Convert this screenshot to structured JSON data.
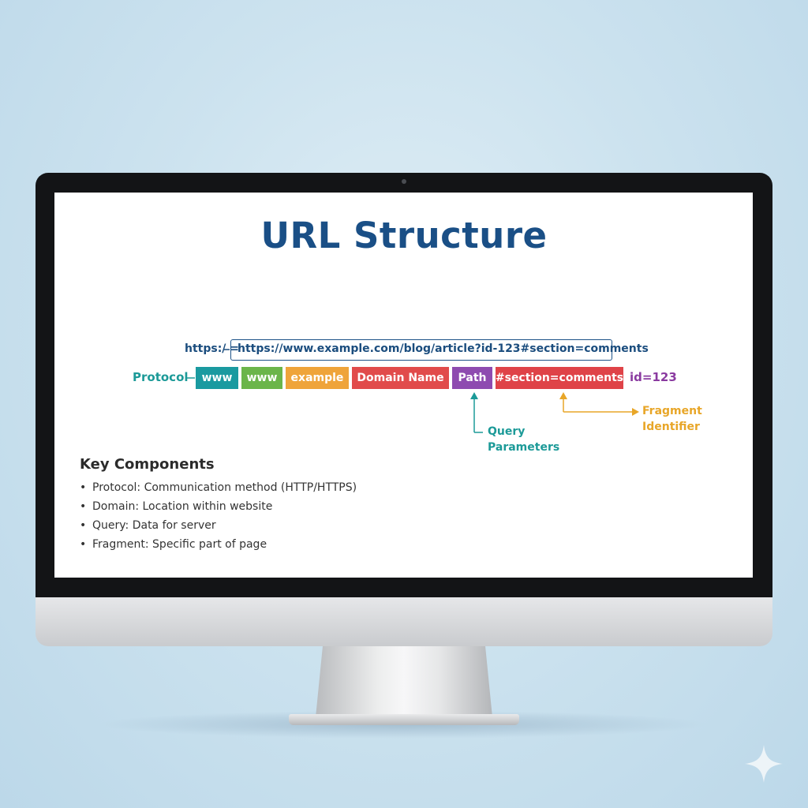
{
  "title": "URL Structure",
  "url": {
    "protocol_abbr": "https:/ =",
    "full": "https://www.example.com/blog/article?id-123#section=comments"
  },
  "protocol_label": "Protocol",
  "segments": [
    {
      "label": "www",
      "color": "#1a9aa0"
    },
    {
      "label": "www",
      "color": "#6bb54a"
    },
    {
      "label": "example",
      "color": "#efa43a"
    },
    {
      "label": "Domain Name",
      "color": "#e14b4b"
    },
    {
      "label": "Path",
      "color": "#8e4bb0"
    },
    {
      "label": "#section=comments",
      "color": "#df4348"
    }
  ],
  "id_label": "id=123",
  "annotations": {
    "query": [
      "Query",
      "Parameters"
    ],
    "fragment": [
      "Fragment",
      "Identifier"
    ]
  },
  "key_components": {
    "title": "Key Components",
    "items": [
      {
        "term": "Protocol:",
        "desc": "Communication method (HTTP/HTTPS)"
      },
      {
        "term": "Domain:",
        "desc": "Location within website"
      },
      {
        "term": "Query:",
        "desc": "Data for server"
      },
      {
        "term": "Fragment:",
        "desc": "Specific part of page"
      }
    ]
  },
  "colors": {
    "title": "#1a4f86",
    "teal": "#1c9a98",
    "orange": "#e8a628",
    "purple": "#8a3aa0"
  },
  "icons": [
    "camera-icon",
    "sparkle-icon"
  ]
}
